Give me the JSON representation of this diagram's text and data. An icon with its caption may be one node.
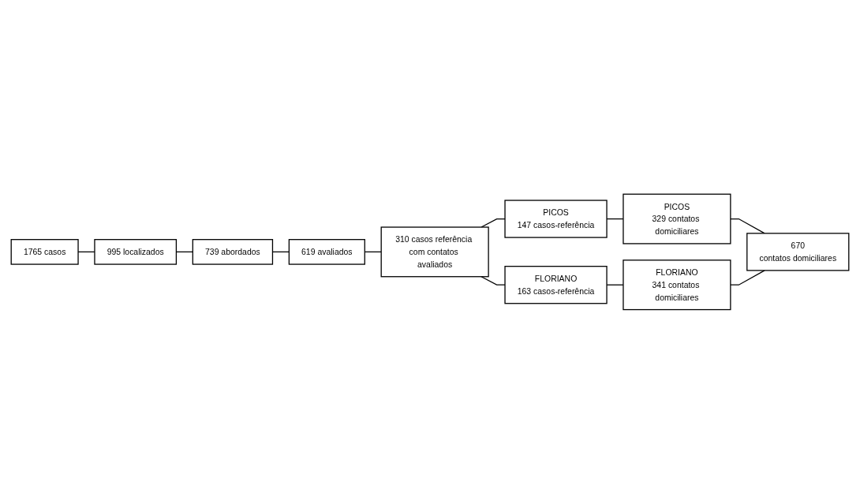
{
  "diagram": {
    "nodes": [
      {
        "text": [
          "1765 casos"
        ]
      },
      {
        "text": [
          "995 localizados"
        ]
      },
      {
        "text": [
          "739 abordados"
        ]
      },
      {
        "text": [
          "619 avaliados"
        ]
      },
      {
        "text": [
          "310 casos referência com contatos avaliados"
        ]
      },
      {
        "text": [
          "PICOS",
          "147 casos-referência"
        ]
      },
      {
        "text": [
          "PICOS",
          "329 contatos domiciliares"
        ]
      },
      {
        "text": [
          "FLORIANO",
          "163 casos-referência"
        ]
      },
      {
        "text": [
          "FLORIANO",
          "341 contatos domiciliares"
        ]
      },
      {
        "text": [
          "670",
          "contatos domiciliares"
        ]
      }
    ],
    "edges": [
      {
        "from": 0,
        "to": 1,
        "arrow": "none"
      },
      {
        "from": 1,
        "to": 2,
        "arrow": "none"
      },
      {
        "from": 2,
        "to": 3,
        "arrow": "none"
      },
      {
        "from": 3,
        "to": 4,
        "arrow": "none"
      },
      {
        "from": 4,
        "to": 5,
        "arrow": "none"
      },
      {
        "from": 4,
        "to": 7,
        "arrow": "none"
      },
      {
        "from": 5,
        "to": 6,
        "arrow": "none"
      },
      {
        "from": 7,
        "to": 8,
        "arrow": "none"
      },
      {
        "from": 6,
        "to": 9,
        "arrow": "none"
      },
      {
        "from": 8,
        "to": 9,
        "arrow": "none"
      }
    ]
  }
}
